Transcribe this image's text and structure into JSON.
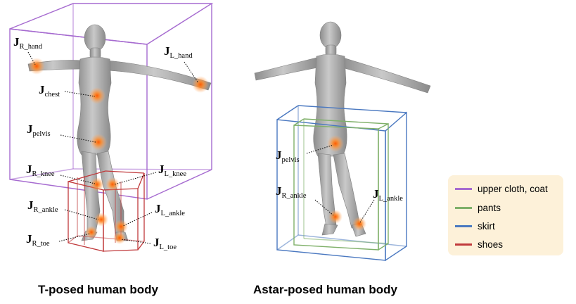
{
  "captions": {
    "left": "T-posed human body",
    "right": "Astar-posed human body"
  },
  "joints_left": [
    {
      "main": "J",
      "sub": "R_hand"
    },
    {
      "main": "J",
      "sub": "L_hand"
    },
    {
      "main": "J",
      "sub": "chest"
    },
    {
      "main": "J",
      "sub": "pelvis"
    },
    {
      "main": "J",
      "sub": "R_knee"
    },
    {
      "main": "J",
      "sub": "L_knee"
    },
    {
      "main": "J",
      "sub": "R_ankle"
    },
    {
      "main": "J",
      "sub": "L_ankle"
    },
    {
      "main": "J",
      "sub": "R_toe"
    },
    {
      "main": "J",
      "sub": "L_toe"
    }
  ],
  "joints_right": [
    {
      "main": "J",
      "sub": "pelvis"
    },
    {
      "main": "J",
      "sub": "R_ankle"
    },
    {
      "main": "J",
      "sub": "L_ankle"
    }
  ],
  "legend": {
    "items": [
      {
        "label": "upper cloth, coat",
        "color": "#a66bd0"
      },
      {
        "label": "pants",
        "color": "#7fb069"
      },
      {
        "label": "skirt",
        "color": "#4a78c0"
      },
      {
        "label": "shoes",
        "color": "#c0393b"
      }
    ]
  },
  "colors": {
    "body": "#a9a9a9",
    "joint": "#ff7a1a"
  }
}
